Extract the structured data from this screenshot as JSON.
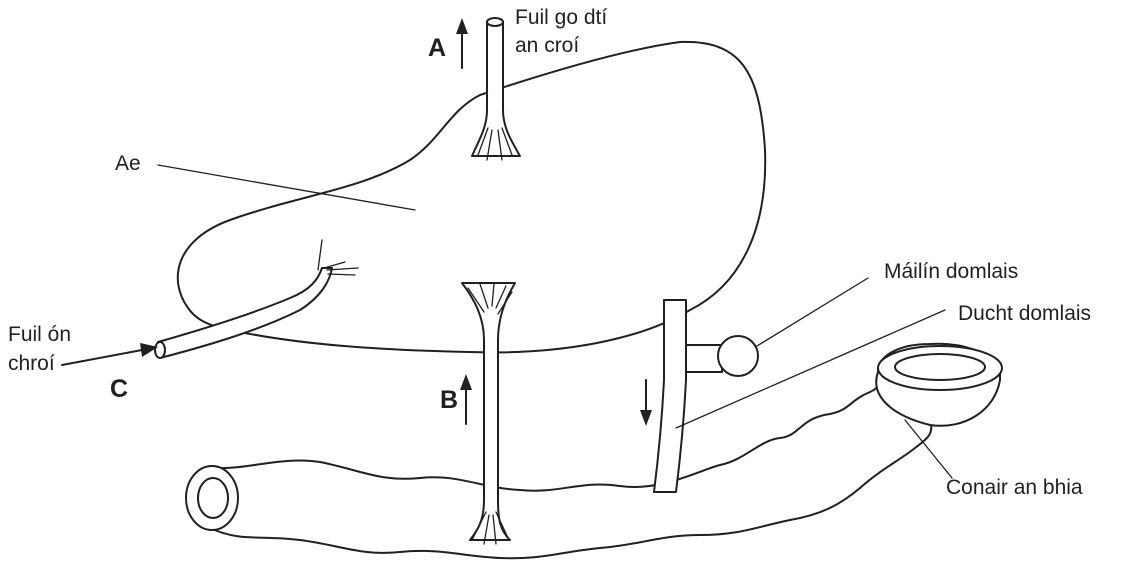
{
  "labels": {
    "liver": "Ae",
    "blood_to_heart_line1": "Fuil go dtí",
    "blood_to_heart_line2": "an croí",
    "blood_from_heart_line1": "Fuil ón",
    "blood_from_heart_line2": "chroí",
    "gall_bladder": "Máilín domlais",
    "bile_duct": "Ducht domlais",
    "food_canal": "Conair an bhia"
  },
  "letters": {
    "a": "A",
    "b": "B",
    "c": "C"
  },
  "colors": {
    "ink": "#231f20",
    "background": "#ffffff"
  }
}
